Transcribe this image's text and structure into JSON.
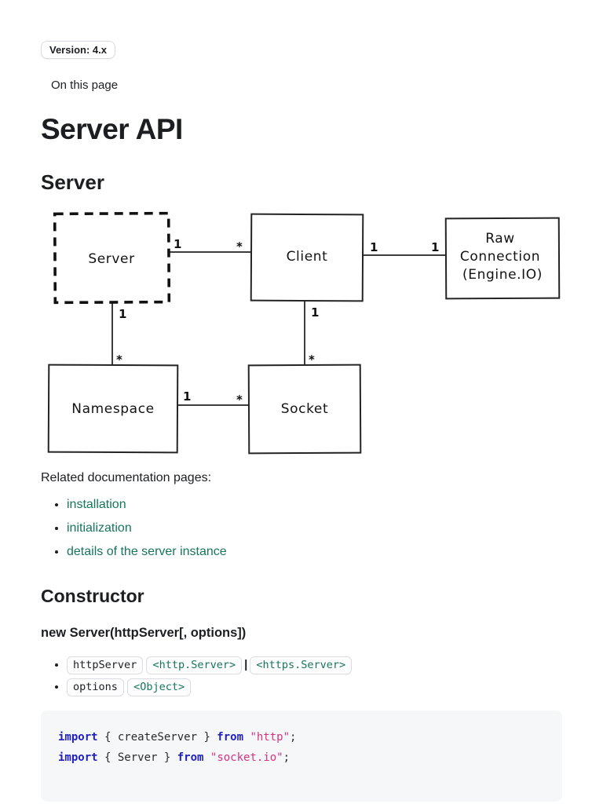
{
  "colors": {
    "link_teal": "#17755c",
    "keyword_blue": "#2020c0",
    "string_pink": "#d63384",
    "text": "#1c1e21",
    "code_bg": "#f6f7f8",
    "pill_border": "#dadde1"
  },
  "header": {
    "version_badge": "Version: 4.x",
    "on_this_page": "On this page",
    "title": "Server API"
  },
  "server_section": {
    "heading": "Server",
    "related_label": "Related documentation pages:",
    "links": [
      {
        "label": "installation"
      },
      {
        "label": "initialization"
      },
      {
        "label": "details of the server instance"
      }
    ]
  },
  "diagram": {
    "nodes": {
      "server": {
        "label": "Server",
        "border": "dashed"
      },
      "client": {
        "label": "Client",
        "border": "solid"
      },
      "raw_connection": {
        "label_lines": [
          "Raw",
          "Connection",
          "(Engine.IO)"
        ],
        "border": "solid"
      },
      "namespace": {
        "label": "Namespace",
        "border": "solid"
      },
      "socket": {
        "label": "Socket",
        "border": "solid"
      }
    },
    "edges": [
      {
        "from": "server",
        "to": "client",
        "from_label": "1",
        "to_label": "*"
      },
      {
        "from": "client",
        "to": "raw_connection",
        "from_label": "1",
        "to_label": "1"
      },
      {
        "from": "server",
        "to": "namespace",
        "from_label": "1",
        "to_label": "*"
      },
      {
        "from": "client",
        "to": "socket",
        "from_label": "1",
        "to_label": "*"
      },
      {
        "from": "namespace",
        "to": "socket",
        "from_label": "1",
        "to_label": "*"
      }
    ]
  },
  "constructor_section": {
    "heading": "Constructor",
    "signature": "new Server(httpServer[, options])",
    "params": [
      {
        "name": "httpServer",
        "types": [
          "<http.Server>",
          "<https.Server>"
        ],
        "separator": "|"
      },
      {
        "name": "options",
        "types": [
          "<Object>"
        ]
      }
    ]
  },
  "code_block": {
    "lines": [
      {
        "tokens": [
          {
            "t": "import",
            "c": "keyword"
          },
          {
            "t": " { createServer } ",
            "c": "plain"
          },
          {
            "t": "from",
            "c": "keyword"
          },
          {
            "t": " ",
            "c": "plain"
          },
          {
            "t": "\"http\"",
            "c": "string"
          },
          {
            "t": ";",
            "c": "plain"
          }
        ]
      },
      {
        "tokens": [
          {
            "t": "import",
            "c": "keyword"
          },
          {
            "t": " { Server } ",
            "c": "plain"
          },
          {
            "t": "from",
            "c": "keyword"
          },
          {
            "t": " ",
            "c": "plain"
          },
          {
            "t": "\"socket.io\"",
            "c": "string"
          },
          {
            "t": ";",
            "c": "plain"
          }
        ]
      }
    ]
  }
}
